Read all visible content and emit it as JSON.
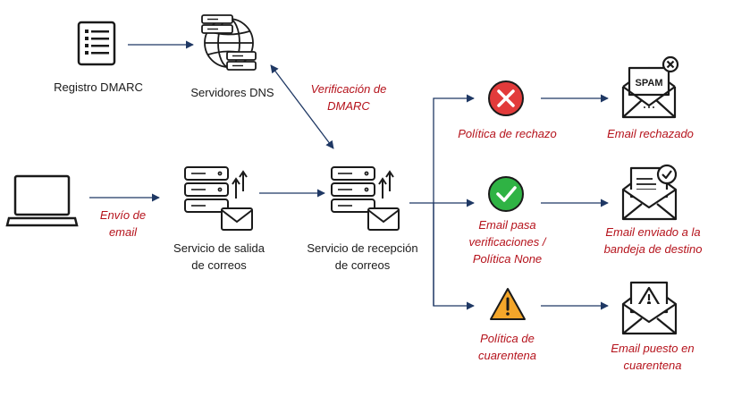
{
  "colors": {
    "arrow": "#1f3864",
    "label_red": "#b5121b",
    "reject": "#e23b3b",
    "pass": "#2fb344",
    "quarantine": "#f4a62a",
    "icon_stroke": "#1a1a1a"
  },
  "nodes": {
    "registro": {
      "label": "Registro DMARC",
      "icon": "document-list-icon"
    },
    "dns": {
      "label": "Servidores DNS",
      "icon": "globe-server-icon"
    },
    "dns_verification": {
      "line1": "Verificación de",
      "line2": "DMARC"
    },
    "laptop": {
      "icon": "laptop-icon"
    },
    "envio": {
      "line1": "Envío de",
      "line2": "email"
    },
    "salida": {
      "line1": "Servicio de salida",
      "line2": "de correos",
      "icon": "mail-server-icon"
    },
    "recepcion": {
      "line1": "Servicio de recepción",
      "line2": "de correos",
      "icon": "mail-server-icon"
    },
    "rechazo": {
      "label": "Política de rechazo",
      "icon": "reject-icon"
    },
    "pasa": {
      "line1": "Email pasa",
      "line2": "verificaciones /",
      "line3": "Política None",
      "icon": "check-icon"
    },
    "cuarentena": {
      "line1": "Política de",
      "line2": "cuarentena",
      "icon": "warning-icon"
    },
    "rechazado": {
      "label": "Email rechazado",
      "icon": "spam-envelope-icon",
      "badge": "SPAM"
    },
    "enviado": {
      "line1": "Email enviado a la",
      "line2": "bandeja de destino",
      "icon": "verified-envelope-icon"
    },
    "puesto": {
      "line1": "Email puesto en",
      "line2": "cuarentena",
      "icon": "warning-envelope-icon"
    }
  }
}
